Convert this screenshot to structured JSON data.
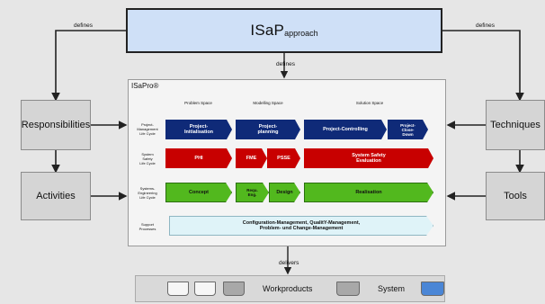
{
  "title": {
    "main": "ISaP",
    "sub": "approach"
  },
  "labels": {
    "defines_left": "defines",
    "defines_right": "defines",
    "defines_center": "defines",
    "delivers": "delivers"
  },
  "left_boxes": {
    "responsibilities": "Responsibilities",
    "activities": "Activities"
  },
  "right_boxes": {
    "techniques": "Techniques",
    "tools": "Tools"
  },
  "isapro": {
    "label": "ISaPro®",
    "spaces": {
      "problem": "Problem Space",
      "modelling": "Modelling Space",
      "solution": "Solution Space"
    },
    "rows": {
      "project_mgmt": "Project-\nManagement\nLife Cycle",
      "system_safety": "System\nSafety\nLife Cycle",
      "systems_eng": "Systems-\nEngineering\nLife Cycle",
      "support": "Support\nProcesses"
    },
    "project": {
      "initialisation": "Project-\nInitialisation",
      "planning": "Project-\nplanning",
      "controlling": "Project-Controlling",
      "closedown": "Project-\nClose-\nDown"
    },
    "safety": {
      "phi": "PHI",
      "fme": "FME",
      "pssf": "PSSE",
      "evaluation": "System Safety\nEvaluation"
    },
    "engineering": {
      "concept": "Concept",
      "requ": "Requ.\nEng.",
      "design": "Design",
      "realisation": "Realisation"
    },
    "support_text": "Configuration-Management, QualitY-Management,\nProblem- und Change-Management"
  },
  "legend": {
    "workproducts": "Workproducts",
    "system": "System"
  },
  "colors": {
    "title_bg": "#cfe0f7",
    "project_blue": "#0f2a78",
    "safety_red": "#c80000",
    "engineering_green": "#52b81e",
    "support_cyan": "#dff3f8",
    "system_icon_blue": "#4a86d6",
    "workproduct_gray": "#a8a8a8"
  }
}
